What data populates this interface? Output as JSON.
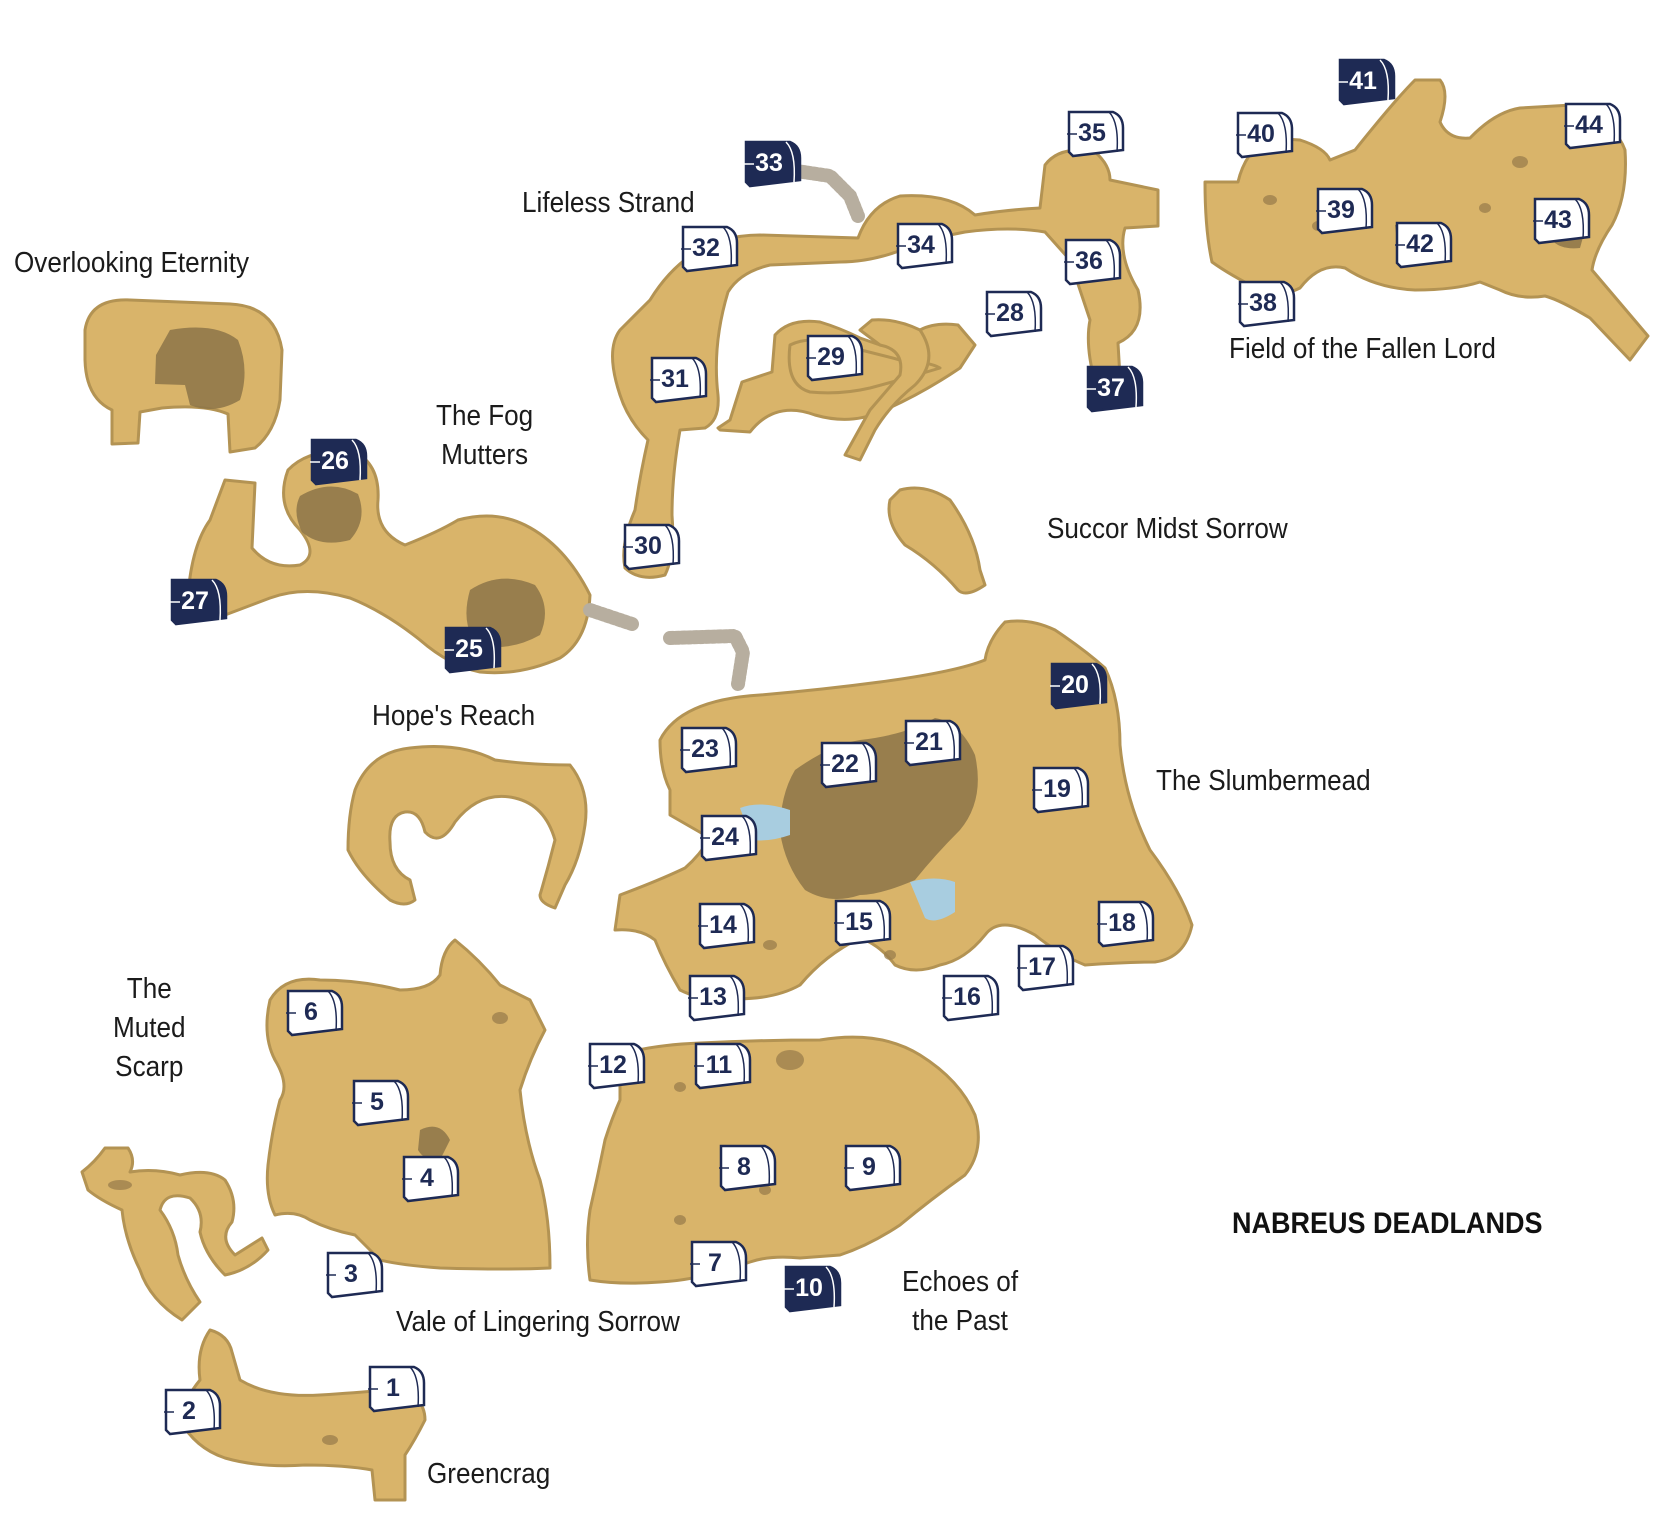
{
  "map": {
    "title": "NABREUS DEADLANDS",
    "areas": [
      {
        "id": "overlooking-eternity",
        "label": "Overlooking Eternity"
      },
      {
        "id": "lifeless-strand",
        "label": "Lifeless Strand"
      },
      {
        "id": "the-fog-mutters",
        "label": "The Fog\nMutters"
      },
      {
        "id": "field-of-the-fallen-lord",
        "label": "Field of the Fallen Lord"
      },
      {
        "id": "succor-midst-sorrow",
        "label": "Succor Midst Sorrow"
      },
      {
        "id": "hopes-reach",
        "label": "Hope's Reach"
      },
      {
        "id": "the-slumbermead",
        "label": "The Slumbermead"
      },
      {
        "id": "the-muted-scarp",
        "label": "The\nMuted\nScarp"
      },
      {
        "id": "vale-of-lingering-sorrow",
        "label": "Vale of Lingering Sorrow"
      },
      {
        "id": "echoes-of-the-past",
        "label": "Echoes of\nthe Past"
      },
      {
        "id": "greencrag",
        "label": "Greencrag"
      }
    ],
    "chests": [
      {
        "number": "1",
        "style": "light"
      },
      {
        "number": "2",
        "style": "light"
      },
      {
        "number": "3",
        "style": "light"
      },
      {
        "number": "4",
        "style": "light"
      },
      {
        "number": "5",
        "style": "light"
      },
      {
        "number": "6",
        "style": "light"
      },
      {
        "number": "7",
        "style": "light"
      },
      {
        "number": "8",
        "style": "light"
      },
      {
        "number": "9",
        "style": "light"
      },
      {
        "number": "10",
        "style": "dark"
      },
      {
        "number": "11",
        "style": "light"
      },
      {
        "number": "12",
        "style": "light"
      },
      {
        "number": "13",
        "style": "light"
      },
      {
        "number": "14",
        "style": "light"
      },
      {
        "number": "15",
        "style": "light"
      },
      {
        "number": "16",
        "style": "light"
      },
      {
        "number": "17",
        "style": "light"
      },
      {
        "number": "18",
        "style": "light"
      },
      {
        "number": "19",
        "style": "light"
      },
      {
        "number": "20",
        "style": "dark"
      },
      {
        "number": "21",
        "style": "light"
      },
      {
        "number": "22",
        "style": "light"
      },
      {
        "number": "23",
        "style": "light"
      },
      {
        "number": "24",
        "style": "light"
      },
      {
        "number": "25",
        "style": "dark"
      },
      {
        "number": "26",
        "style": "dark"
      },
      {
        "number": "27",
        "style": "dark"
      },
      {
        "number": "28",
        "style": "light"
      },
      {
        "number": "29",
        "style": "light"
      },
      {
        "number": "30",
        "style": "light"
      },
      {
        "number": "31",
        "style": "light"
      },
      {
        "number": "32",
        "style": "light"
      },
      {
        "number": "33",
        "style": "dark"
      },
      {
        "number": "34",
        "style": "light"
      },
      {
        "number": "35",
        "style": "light"
      },
      {
        "number": "36",
        "style": "light"
      },
      {
        "number": "37",
        "style": "dark"
      },
      {
        "number": "38",
        "style": "light"
      },
      {
        "number": "39",
        "style": "light"
      },
      {
        "number": "40",
        "style": "light"
      },
      {
        "number": "41",
        "style": "dark"
      },
      {
        "number": "42",
        "style": "light"
      },
      {
        "number": "43",
        "style": "light"
      },
      {
        "number": "44",
        "style": "light"
      }
    ]
  },
  "colors": {
    "terrain": "#d9b46a",
    "terrain_edge": "#b39353",
    "depression": "#8c7448",
    "water": "#a8cde0",
    "chest_ink": "#1e2a54",
    "chest_light_fill": "#ffffff"
  }
}
